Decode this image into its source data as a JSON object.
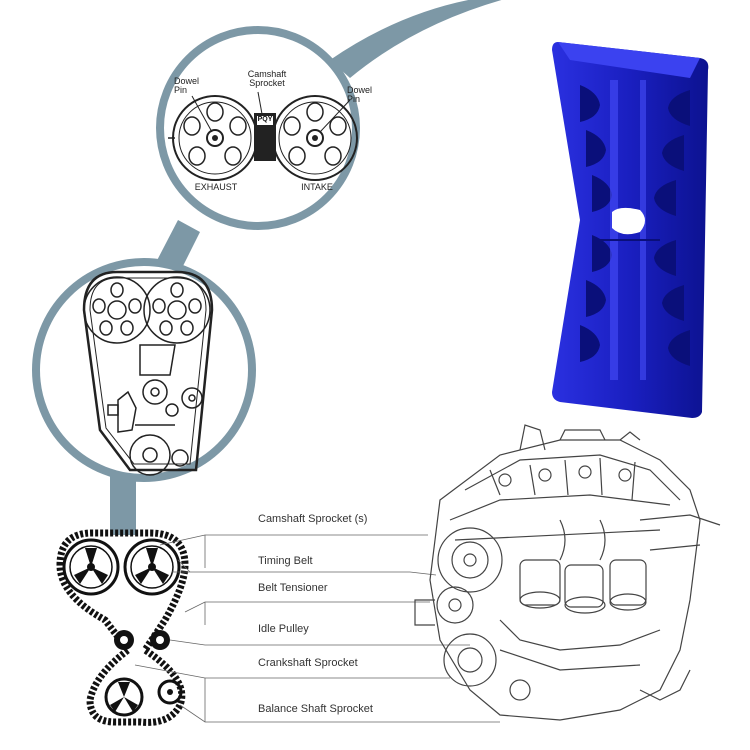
{
  "top_callout": {
    "camshaft_sprocket": "Camshaft\nSprocket",
    "dowel_pin_left": "Dowel\nPin",
    "dowel_pin_right": "Dowel\nPin",
    "exhaust": "EXHAUST",
    "intake": "INTAKE",
    "tool_marking": "PQY"
  },
  "legend": [
    "Camshaft Sprocket (s)",
    "Timing Belt",
    "Belt Tensioner",
    "Idle Pulley",
    "Crankshaft Sprocket",
    "Balance Shaft Sprocket"
  ],
  "colors": {
    "connector": "#7d98a6",
    "tool": "#1b22c8",
    "tool_dark": "#0a0f7a",
    "line": "#222222"
  }
}
